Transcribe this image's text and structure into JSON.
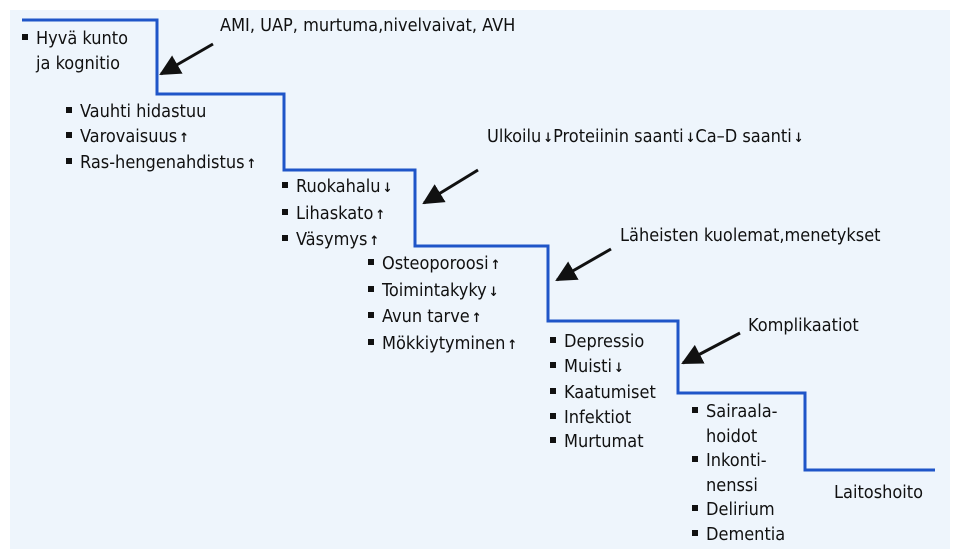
{
  "colors": {
    "step_line": "#1f55c8",
    "panel_bg": "#eef5fc",
    "text": "#111111",
    "arrow": "#111111"
  },
  "stage0": {
    "lines": [
      {
        "text": "Hyvä kunto",
        "bullet": true
      },
      {
        "text": "ja kognitio",
        "bullet": false
      }
    ]
  },
  "stage1": {
    "lines": [
      {
        "text": "Vauhti hidastuu",
        "bullet": true
      },
      {
        "text": "Varovaisuus",
        "bullet": true,
        "trend": "↑"
      },
      {
        "text": "Ras-hengenahdistus",
        "bullet": true,
        "trend": "↑"
      }
    ]
  },
  "stage2": {
    "lines": [
      {
        "text": "Ruokahalu",
        "bullet": true,
        "trend": "↓"
      },
      {
        "text": "Lihaskato",
        "bullet": true,
        "trend": "↑"
      },
      {
        "text": "Väsymys",
        "bullet": true,
        "trend": "↑"
      }
    ]
  },
  "stage3": {
    "lines": [
      {
        "text": "Osteoporoosi",
        "bullet": true,
        "trend": "↑"
      },
      {
        "text": "Toimintakyky",
        "bullet": true,
        "trend": "↓"
      },
      {
        "text": "Avun tarve",
        "bullet": true,
        "trend": "↑"
      },
      {
        "text": "Mökkiytyminen",
        "bullet": true,
        "trend": "↑"
      }
    ]
  },
  "stage4": {
    "lines": [
      {
        "text": "Depressio",
        "bullet": true
      },
      {
        "text": "Muisti",
        "bullet": true,
        "trend": "↓"
      },
      {
        "text": "Kaatumiset",
        "bullet": true
      },
      {
        "text": "Infektiot",
        "bullet": true
      },
      {
        "text": "Murtumat",
        "bullet": true
      }
    ]
  },
  "stage5": {
    "lines": [
      {
        "text": "Sairaala-",
        "bullet": true
      },
      {
        "text": "hoidot",
        "bullet": false
      },
      {
        "text": "Inkonti-",
        "bullet": true
      },
      {
        "text": "nenssi",
        "bullet": false
      },
      {
        "text": "Delirium",
        "bullet": true
      },
      {
        "text": "Dementia",
        "bullet": true
      }
    ]
  },
  "stage6": {
    "lines": [
      {
        "text": "Laitoshoito",
        "bullet": false
      }
    ]
  },
  "annotation1": {
    "lines": [
      {
        "text": "AMI, UAP, murtuma,"
      },
      {
        "text": "nivelvaivat, AVH"
      }
    ]
  },
  "annotation2": {
    "lines": [
      {
        "text": "Ulkoilu",
        "trend": "↓"
      },
      {
        "text": "Proteiinin saanti",
        "trend": "↓"
      },
      {
        "text": "Ca–D saanti",
        "trend": "↓"
      }
    ]
  },
  "annotation3": {
    "lines": [
      {
        "text": "Läheisten kuolemat,"
      },
      {
        "text": "menetykset"
      }
    ]
  },
  "annotation4": {
    "lines": [
      {
        "text": "Komplikaatiot"
      }
    ]
  }
}
